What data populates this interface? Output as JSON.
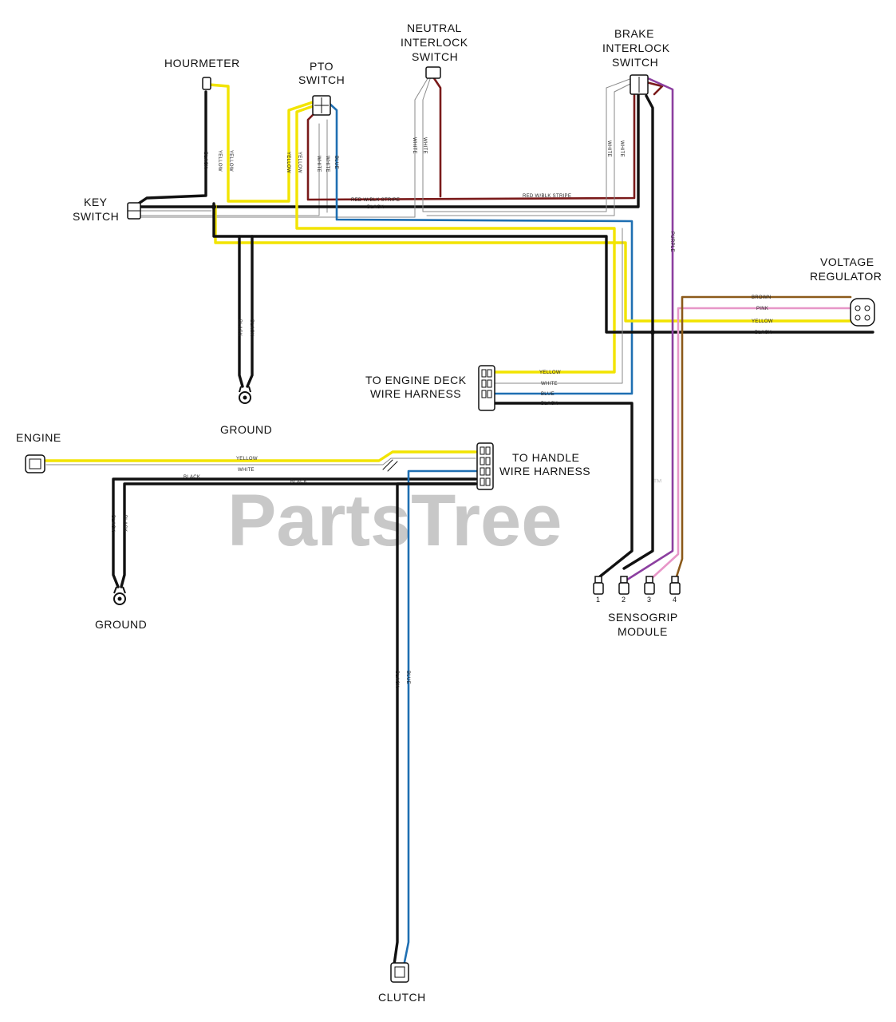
{
  "components": {
    "hourmeter": "HOURMETER",
    "pto_switch": [
      "PTO",
      "SWITCH"
    ],
    "neutral_interlock_switch": [
      "NEUTRAL",
      "INTERLOCK",
      "SWITCH"
    ],
    "brake_interlock_switch": [
      "BRAKE",
      "INTERLOCK",
      "SWITCH"
    ],
    "key_switch": [
      "KEY",
      "SWITCH"
    ],
    "voltage_regulator": [
      "VOLTAGE",
      "REGULATOR"
    ],
    "ground_upper": "GROUND",
    "engine_deck_harness": [
      "TO ENGINE DECK",
      "WIRE HARNESS"
    ],
    "engine": "ENGINE",
    "handle_harness": [
      "TO HANDLE",
      "WIRE HARNESS"
    ],
    "ground_lower": "GROUND",
    "sensogrip_module": [
      "SENSOGRIP",
      "MODULE"
    ],
    "clutch": "CLUTCH"
  },
  "sensogrip_pins": [
    "1",
    "2",
    "3",
    "4"
  ],
  "wire_labels": {
    "black": "BLACK",
    "yellow": "YELLOW",
    "white": "WHITE",
    "blue": "BLUE",
    "red_black_stripe": "RED W/BLK STRIPE",
    "purple": "PURPLE",
    "brown": "BROWN",
    "pink": "PINK"
  },
  "watermark": {
    "text": "PartsTree",
    "mark": "™"
  },
  "colors": {
    "black": "#111111",
    "yellow": "#f2e400",
    "white": "#8a8a8a",
    "blue": "#1f6fb2",
    "red_black_stripe": "#7a1a1a",
    "purple": "#8c3fa0",
    "pink": "#e796c8",
    "brown": "#8b5a1a"
  }
}
